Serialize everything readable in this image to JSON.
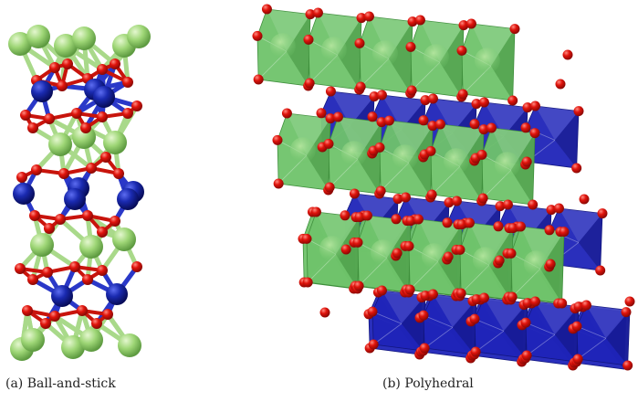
{
  "captions": {
    "left": "(a) Ball-and-stick",
    "right": "(b) Polyhedral"
  },
  "colors": {
    "background": "#ffffff",
    "oxygen": "#e0140c",
    "oxygen_dark": "#9a0a06",
    "green_atom": "#9ed676",
    "green_atom_dark": "#6aa84a",
    "blue_atom": "#1a2ab0",
    "blue_atom_dark": "#0a1270",
    "green_poly": "#6fc36a",
    "green_poly_dark": "#3f8f3c",
    "blue_poly": "#1f24b8",
    "blue_poly_dark": "#121680",
    "bond_green": "#a9d98a",
    "bond_red": "#c8140c",
    "bond_blue": "#2a38c8"
  },
  "panels": [
    {
      "id": "a",
      "representation": "ball-and-stick"
    },
    {
      "id": "b",
      "representation": "polyhedral"
    }
  ]
}
